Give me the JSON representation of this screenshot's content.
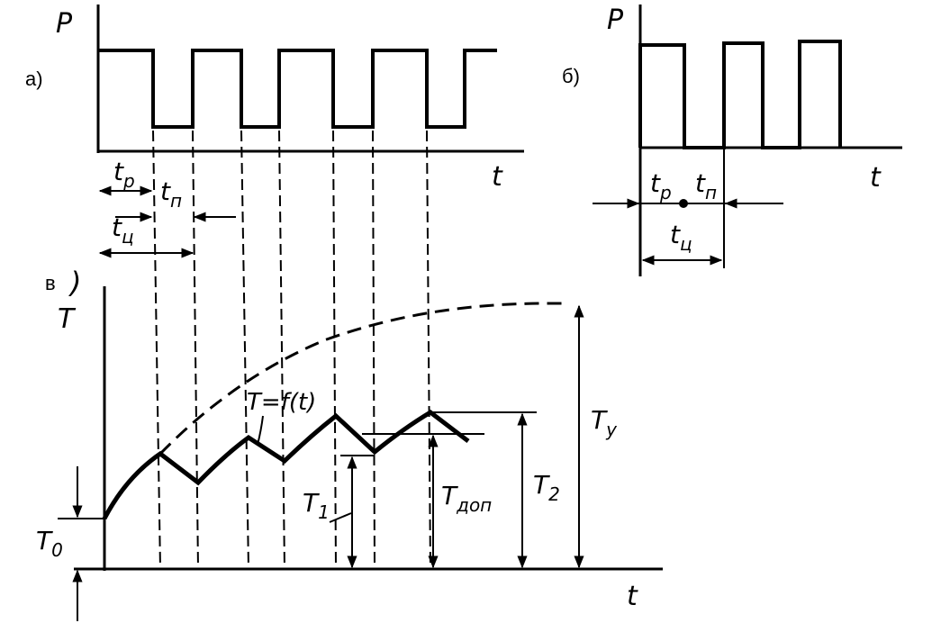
{
  "panels": {
    "a": "а)",
    "b": "б)",
    "c": "в"
  },
  "paren": ")",
  "axis_labels": {
    "p_a": "P",
    "p_b": "P",
    "t_a": "t",
    "t_b": "t",
    "temp": "T",
    "t_c": "t"
  },
  "symbols": {
    "tp": "t",
    "tp_sub": "р",
    "tn": "t",
    "tn_sub": "п",
    "tc": "t",
    "tc_sub": "ц"
  },
  "curve_label": "T=f(t)",
  "temperatures": {
    "t0": "T",
    "t0_sub": "0",
    "t1": "T",
    "t1_sub": "1",
    "t2": "T",
    "t2_sub": "2",
    "tdop": "T",
    "tdop_sub": "доп",
    "ty": "T",
    "ty_sub": "у"
  }
}
